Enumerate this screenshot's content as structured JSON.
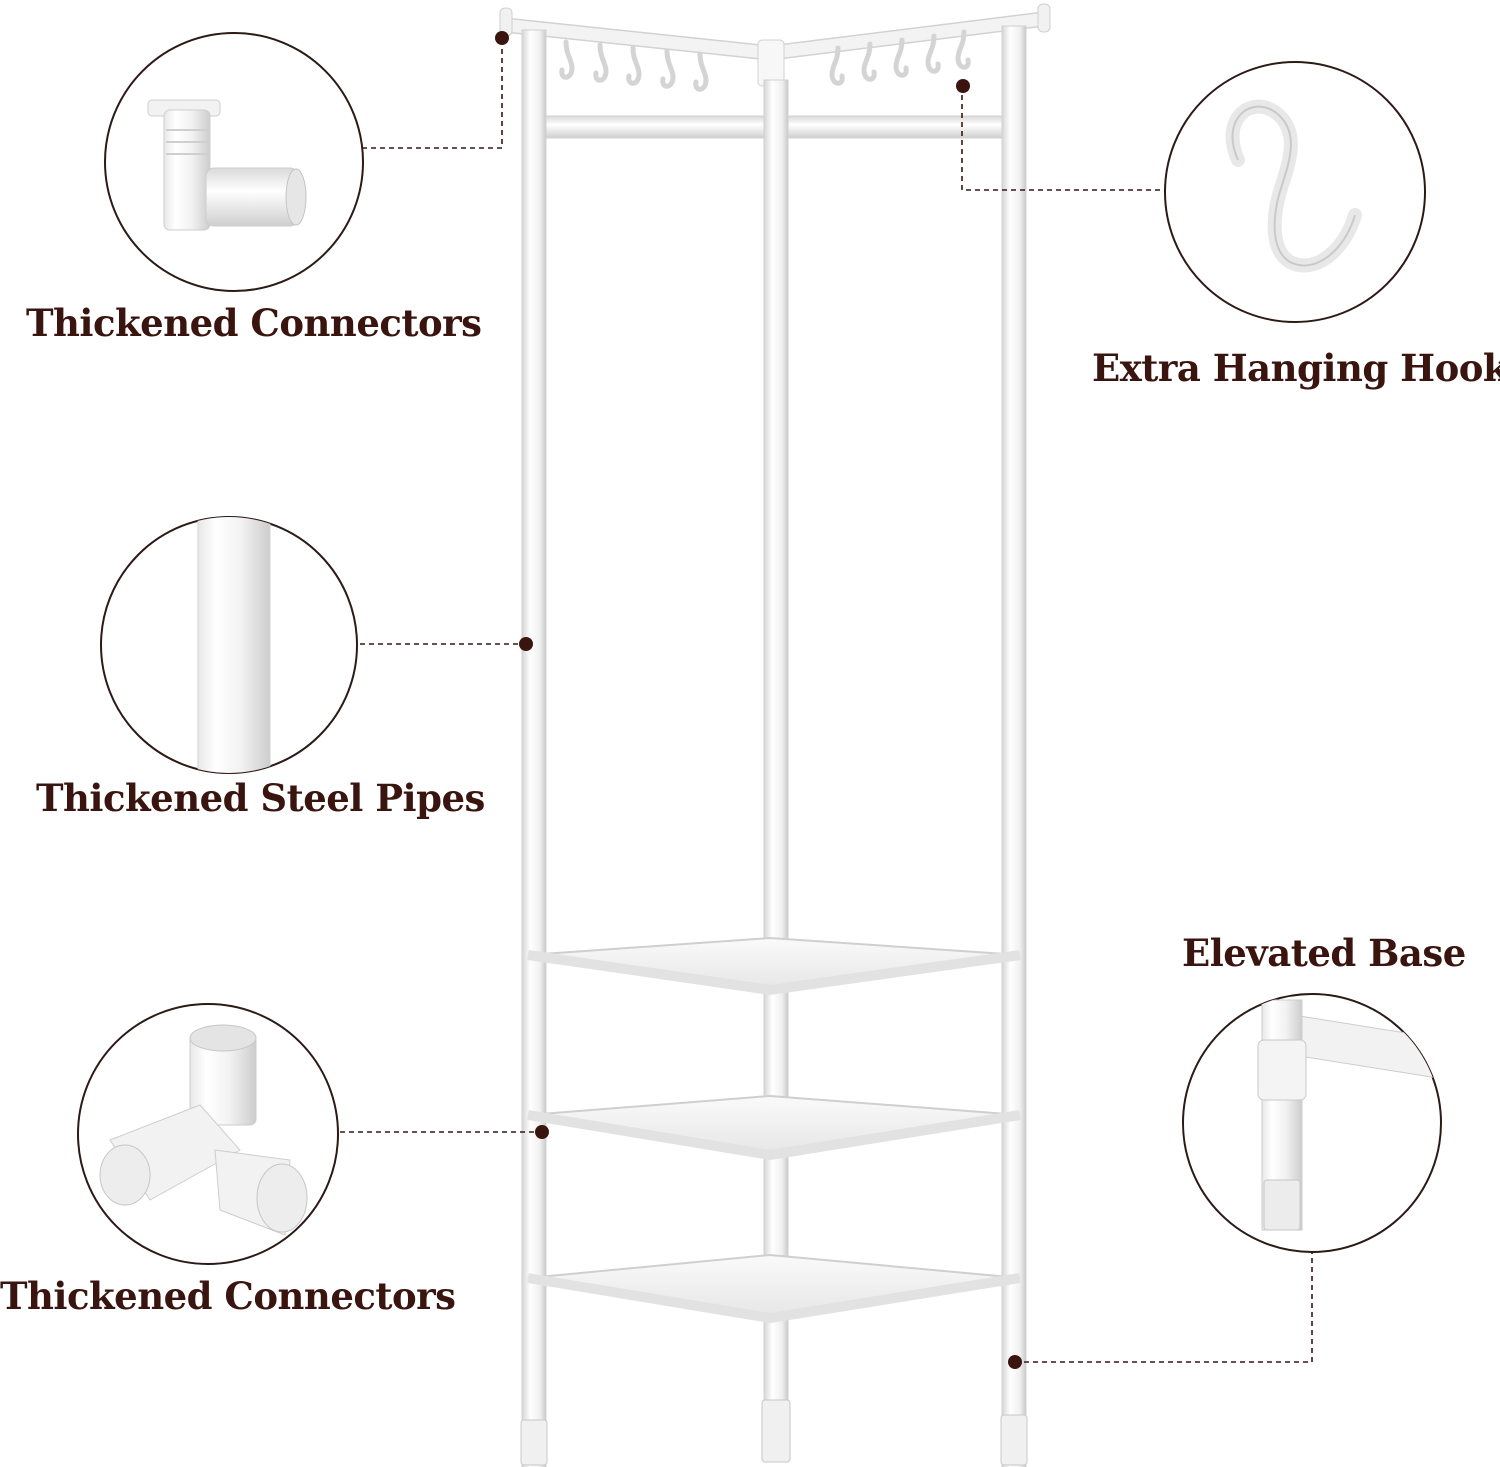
{
  "callouts": {
    "top_left": {
      "label": "Thickened Connectors",
      "icon": "elbow-connector-icon"
    },
    "top_right": {
      "label": "Extra Hanging Hooks",
      "icon": "s-hook-icon"
    },
    "middle_left": {
      "label": "Thickened Steel Pipes",
      "icon": "steel-pipe-icon"
    },
    "bottom_left": {
      "label": "Thickened Connectors",
      "icon": "three-way-connector-icon"
    },
    "bottom_right": {
      "label": "Elevated Base",
      "icon": "elevated-foot-icon"
    }
  },
  "colors": {
    "background": "#ffffff",
    "label_text": "#3a1510",
    "circle_outline": "#2b1a16",
    "leader_dot": "#3a1510",
    "rack_white": "#f4f4f4",
    "rack_shadow": "#d4d4d4"
  }
}
